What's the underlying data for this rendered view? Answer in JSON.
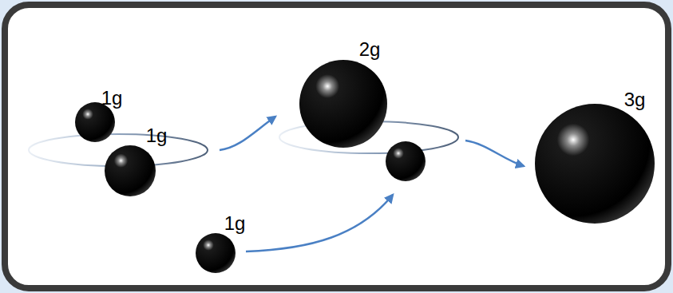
{
  "diagram": {
    "labels": [
      "1g",
      "1g",
      "2g",
      "1g",
      "3g"
    ]
  }
}
